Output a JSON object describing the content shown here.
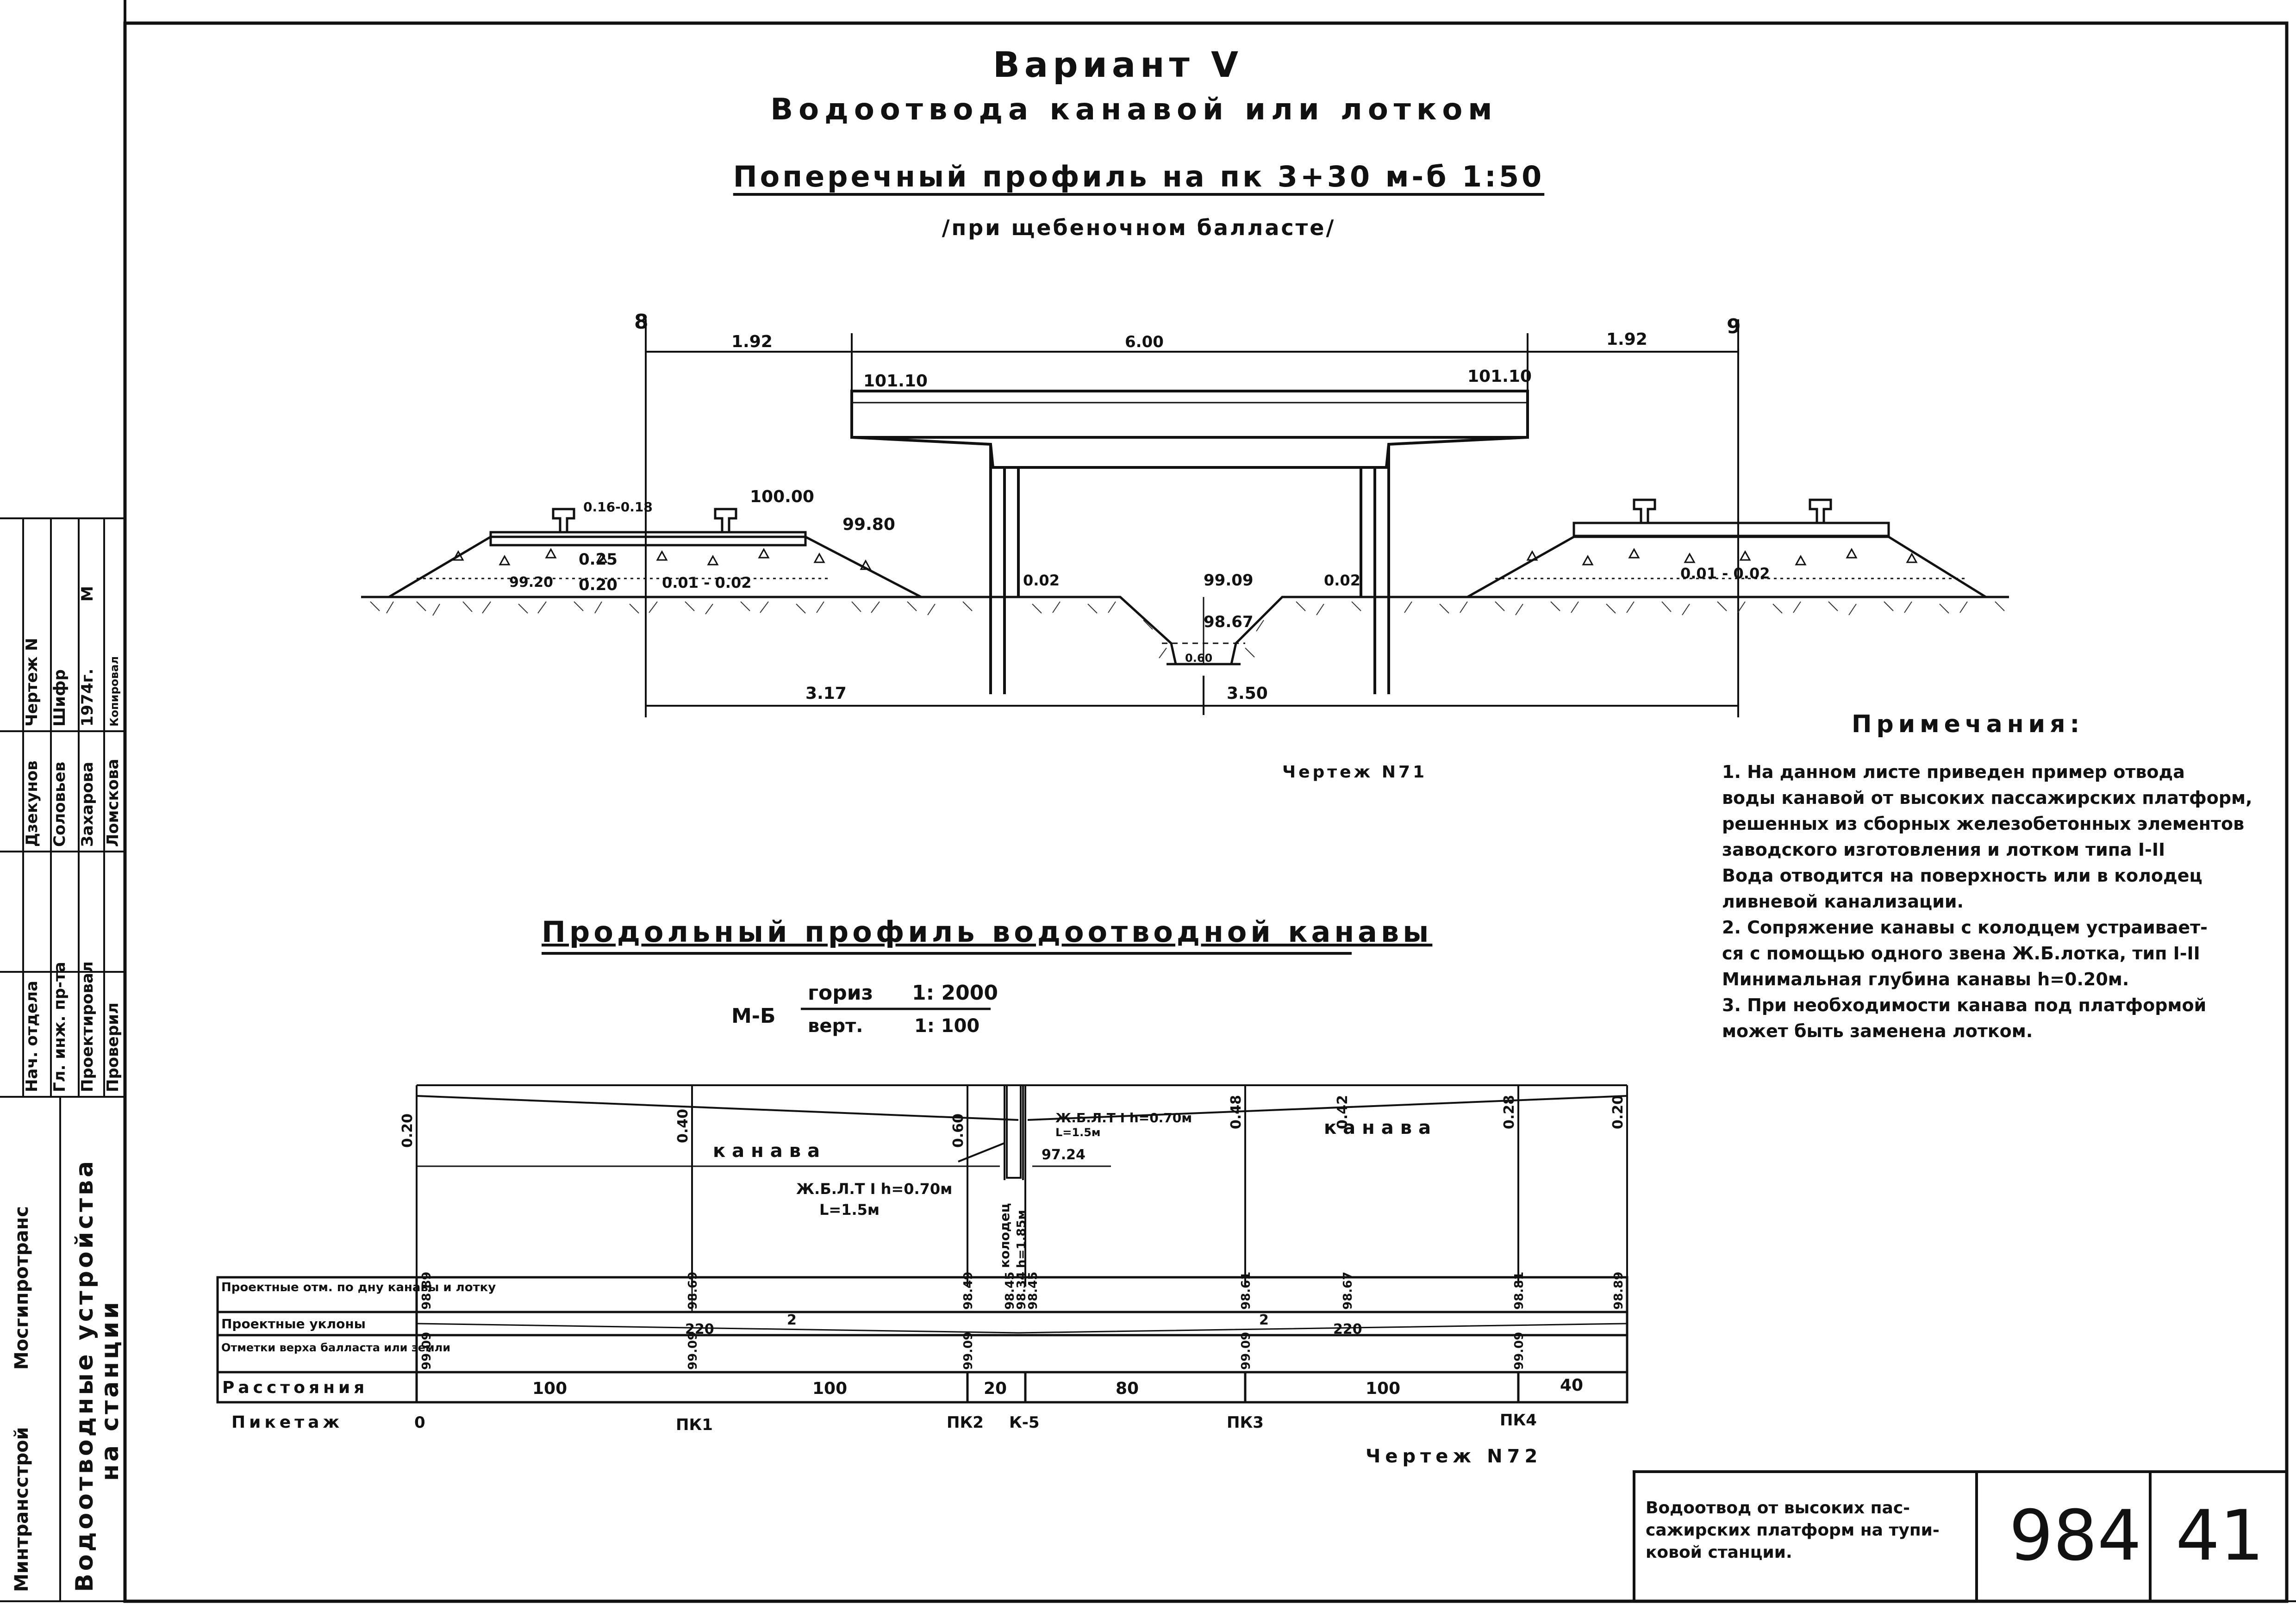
{
  "header": {
    "title": "Вариант V",
    "subtitle": "Водоотвода канавой или лотком",
    "cross_section_title": "Поперечный профиль на пк 3+30 м-б 1:50",
    "cross_section_note": "/при щебеночном балласте/"
  },
  "cross_section": {
    "axis_left": "8",
    "axis_right": "9",
    "dim_left": "1.92",
    "dim_mid": "6.00",
    "dim_right": "1.92",
    "elev_platform_left": "101.10",
    "elev_platform_right": "101.10",
    "elev_rail": "100.00",
    "elev_ballast": "99.80",
    "dim_016_018": "0.16-0.18",
    "dim_025": "0.25",
    "dim_020": "0.20",
    "elev_9920": "99.20",
    "slope_left": "0.01 - 0.02",
    "slope_right": "0.01 - 0.02",
    "slope_002_left": "0.02",
    "slope_002_right": "0.02",
    "elev_9909": "99.09",
    "elev_9867": "98.67",
    "ditch_width": "0.60",
    "dim_bottom_left": "3.17",
    "dim_bottom_right": "3.50",
    "drawing_no": "Чертеж N71"
  },
  "long_profile": {
    "title": "Продольный профиль водоотводной канавы",
    "scale_prefix": "М-Б",
    "scale_h_label": "гориз",
    "scale_h_value": "1: 2000",
    "scale_v_label": "верт.",
    "scale_v_value": "1: 100",
    "depths": [
      "0.20",
      "0.40",
      "0.60",
      "0.48",
      "0.42",
      "0.28",
      "0.20"
    ],
    "label_kanava_left": "канава",
    "label_kanava_right": "канава",
    "tray_label_right": "Ж.Б.Л.Т I h=0.70м",
    "tray_label_right_len": "L=1.5м",
    "tray_label_left": "Ж.Б.Л.Т I h=0.70м",
    "tray_label_left_len": "L=1.5м",
    "elev_9724": "97.24",
    "well_label": "колодец",
    "well_depth": "h=1.85м",
    "row_labels": [
      "Проектные отм. по дну канавы и лотку",
      "Проектные уклоны",
      "Отметки верха балласта или земли",
      "Расстояния",
      "Пикетаж"
    ],
    "design_marks": [
      "98.89",
      "98.69",
      "98.49",
      "98.45",
      "98.34",
      "98.45",
      "98.61",
      "98.67",
      "98.81",
      "98.89"
    ],
    "slope_values": [
      "2",
      "220",
      "2",
      "220"
    ],
    "ballast_marks": [
      "99.09",
      "99.09",
      "99.09",
      "99.09",
      "99.09"
    ],
    "distances": [
      "100",
      "100",
      "20",
      "80",
      "100",
      "40"
    ],
    "pickets": [
      "0",
      "ПК1",
      "ПК2",
      "К-5",
      "ПК3",
      "ПК4"
    ],
    "drawing_no": "Чертеж N72"
  },
  "notes": {
    "title": "Примечания:",
    "lines": [
      "1.  На данном листе приведен пример отвода",
      "воды канавой от высоких пассажирских платформ,",
      "решенных из сборных железобетонных элементов",
      "заводского изготовления и лотком типа I-II",
      "Вода отводится на поверхность или в колодец",
      "ливневой канализации.",
      "2.  Сопряжение канавы с колодцем устраивает-",
      "ся с помощью одного звена Ж.Б.лотка, тип I-II",
      "Минимальная глубина канавы h=0.20м.",
      "3.  При необходимости канава под платформой",
      "может быть заменена лотком."
    ]
  },
  "title_block": {
    "description_lines": [
      "Водоотвод от высоких пас-",
      "сажирских платформ на тупи-",
      "ковой станции."
    ],
    "album_no": "984",
    "sheet_no": "41"
  },
  "side_stamp": {
    "ministry": "Минтрансстрой",
    "institute": "Мосгипротранс",
    "work_title": "Водоотводные устройства",
    "work_title_2": "на станции",
    "roles": [
      "Нач. отдела",
      "Гл. инж. пр-та",
      "Проектировал",
      "Проверил"
    ],
    "names": [
      "Дзекунов",
      "Соловьев",
      "Захарова",
      "Ломскова"
    ],
    "fields": [
      "Чертеж N",
      "Шифр",
      "1974г.",
      "Копировал"
    ],
    "field_m": "М"
  }
}
